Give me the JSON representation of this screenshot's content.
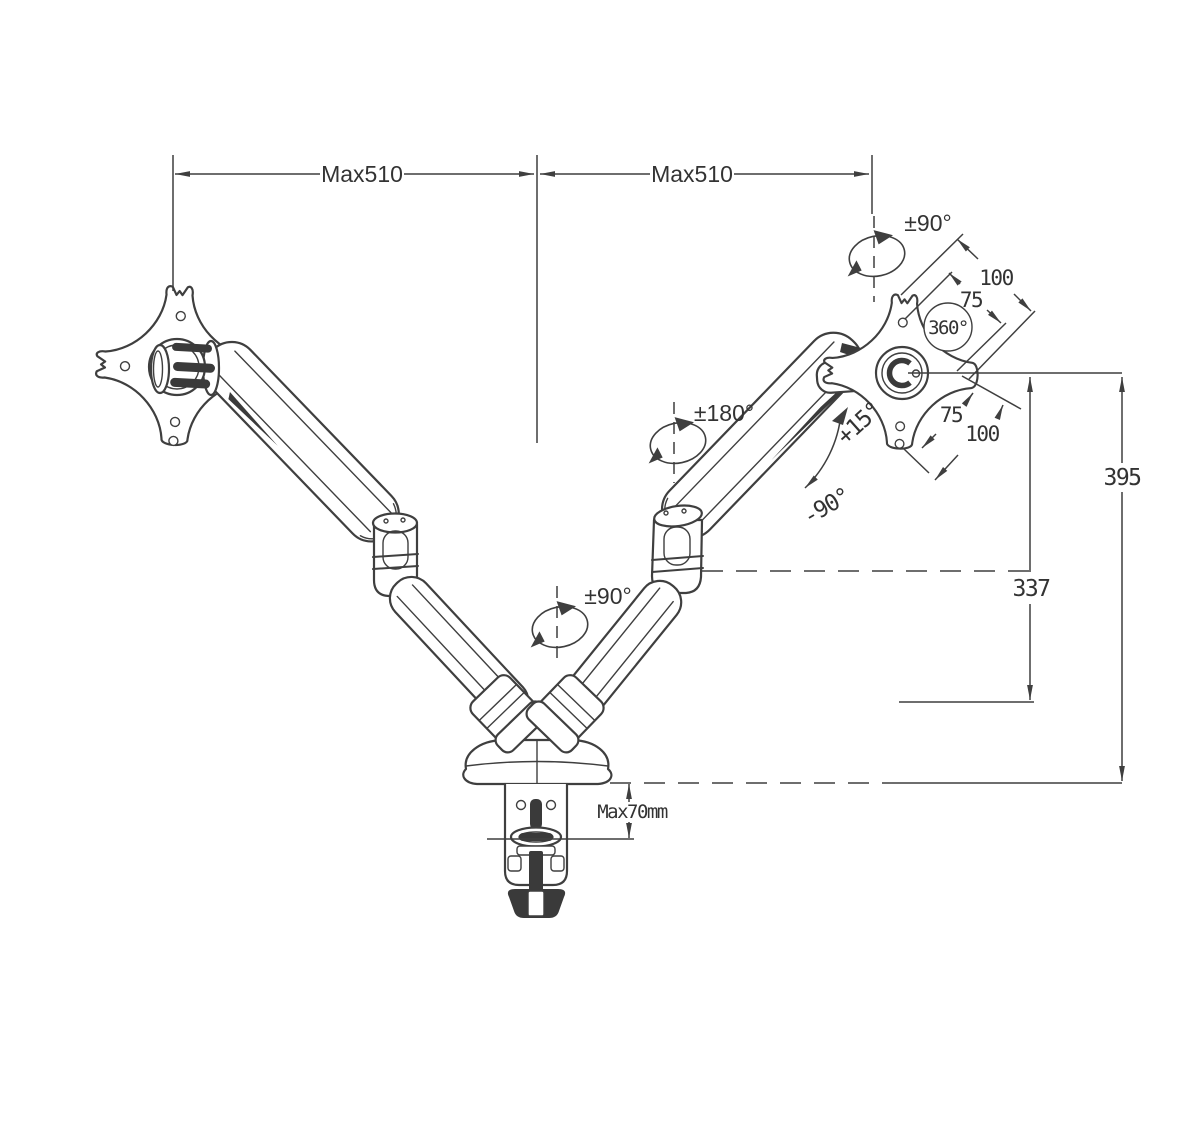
{
  "diagram": {
    "type": "technical-dimension-drawing",
    "subject": "dual-monitor-desk-mount-arm",
    "colors": {
      "background": "#ffffff",
      "line": "#3f3f3f",
      "dark_fill": "#3a3a3a",
      "text": "#333333"
    },
    "dimensions": {
      "left_reach": "Max510",
      "right_reach": "Max510",
      "height_total": "395",
      "height_lower": "337",
      "clamp_range": "Max70mm",
      "vesa_top_outer": "100",
      "vesa_top_inner": "75",
      "vesa_bottom_inner": "75",
      "vesa_bottom_outer": "100"
    },
    "angles": {
      "top_joint_swivel": "±90°",
      "mid_joint_swivel": "±180°",
      "base_swivel": "±90°",
      "vesa_rotation": "360°",
      "tilt_up": "+15°",
      "tilt_down": "-90°"
    }
  }
}
